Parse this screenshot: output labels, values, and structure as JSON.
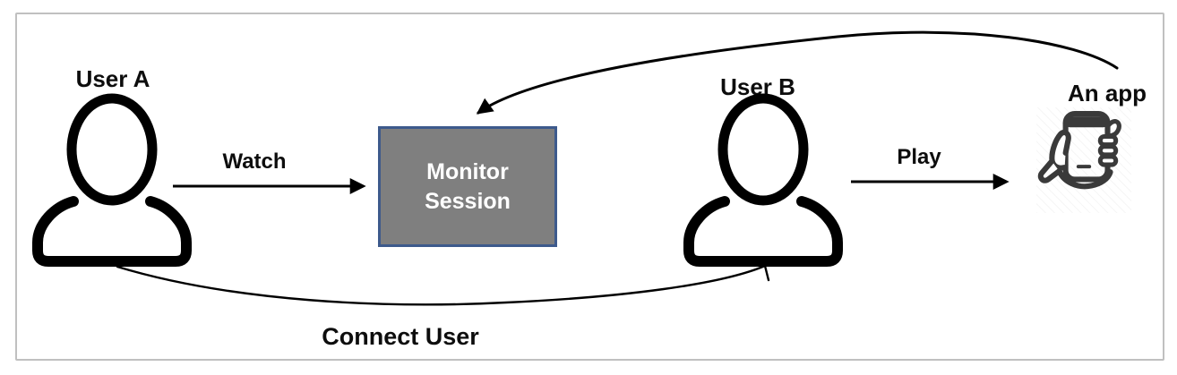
{
  "frame": {
    "background": "#ffffff",
    "border_color": "#c0c0c0"
  },
  "nodes": {
    "user_a": {
      "label": "User A",
      "icon": "person-icon"
    },
    "user_b": {
      "label": "User B",
      "icon": "person-icon"
    },
    "monitor_session": {
      "label": "Monitor\nSession",
      "fill": "#7f7f7f",
      "border_color": "#3d5a8c",
      "text_color": "#ffffff"
    },
    "an_app": {
      "label": "An app",
      "icon": "hand-holding-phone-icon"
    }
  },
  "edges": {
    "watch": {
      "label": "Watch",
      "from": "user_a",
      "to": "monitor_session",
      "style": "straight-arrow"
    },
    "play": {
      "label": "Play",
      "from": "user_b",
      "to": "an_app",
      "style": "straight-arrow"
    },
    "connect_user": {
      "label": "Connect User",
      "from": "user_a",
      "to": "user_b",
      "style": "curved-arrow"
    },
    "app_feedback": {
      "label": "",
      "from": "an_app",
      "to": "monitor_session",
      "style": "curved-arrow"
    }
  },
  "colors": {
    "connector": "#000000",
    "label_text": "#0d0d0d",
    "person_icon": "#000000",
    "app_icon": "#3a3a3a"
  }
}
